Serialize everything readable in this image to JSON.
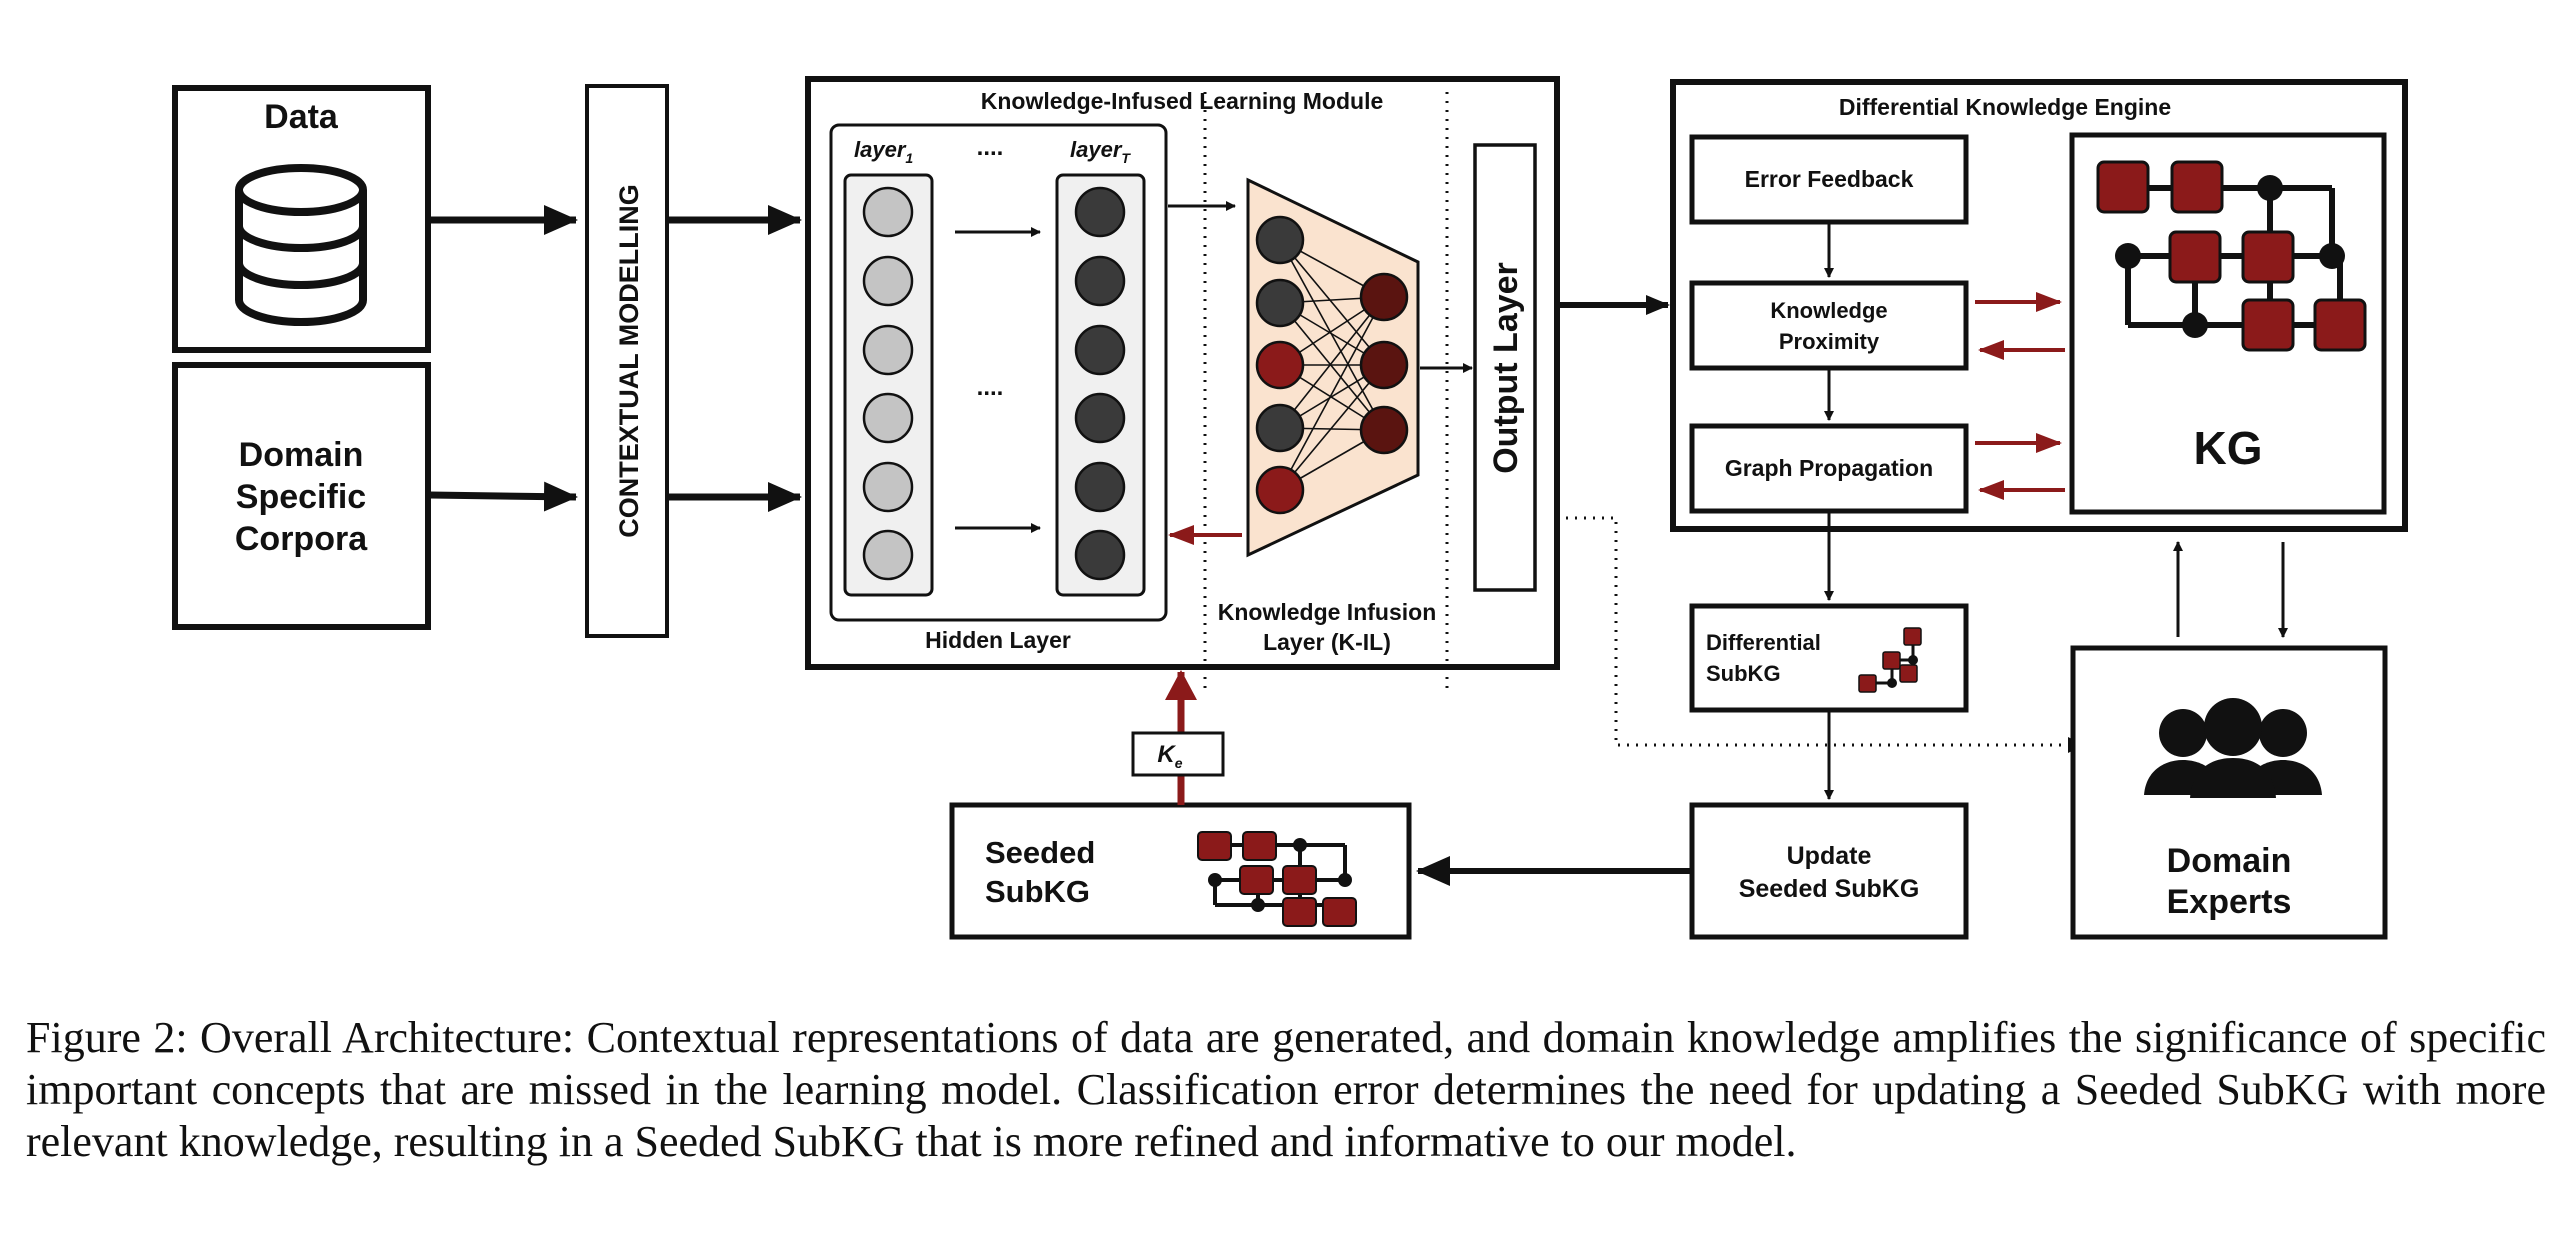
{
  "colors": {
    "accent": "#8b1a1a",
    "ink": "#111111",
    "peach": "#fae3cf",
    "node_dark": "#3a3a3a",
    "node_light": "#c4c4c4"
  },
  "data_box": {
    "title": "Data"
  },
  "corpora_box": {
    "line1": "Domain",
    "line2": "Specific",
    "line3": "Corpora"
  },
  "contextual_modelling": {
    "label": "CONTEXTUAL  MODELLING"
  },
  "learning_module": {
    "title": "Knowledge-Infused Learning Module",
    "layer1_label": "layer",
    "layer1_sub": "1",
    "layerT_label": "layer",
    "layerT_sub": "T",
    "top_dots": "....",
    "mid_dots": "....",
    "hidden_layer_label": "Hidden Layer",
    "kil_line1": "Knowledge Infusion",
    "kil_line2": "Layer (K-IL)",
    "output_layer": "Output Layer"
  },
  "engine": {
    "title": "Differential Knowledge Engine",
    "error_feedback": "Error Feedback",
    "proximity_line1": "Knowledge",
    "proximity_line2": "Proximity",
    "graph_propagation": "Graph Propagation",
    "kg_label": "KG"
  },
  "differential_subkg": {
    "line1": "Differential",
    "line2": "SubKG"
  },
  "update_box": {
    "line1": "Update",
    "line2": "Seeded SubKG"
  },
  "seeded_box": {
    "line1": "Seeded",
    "line2": "SubKG"
  },
  "ke_box": {
    "label": "K",
    "sub": "e"
  },
  "experts_box": {
    "line1": "Domain",
    "line2": "Experts",
    "icon": "users-group-icon"
  },
  "caption": "Figure 2: Overall Architecture: Contextual representations of data are generated, and domain knowledge amplifies the significance of specific important concepts that are missed in the learning model. Classification error determines the need for updating a Seeded SubKG with more relevant knowledge, resulting in a Seeded SubKG that is more refined and informative to our model."
}
